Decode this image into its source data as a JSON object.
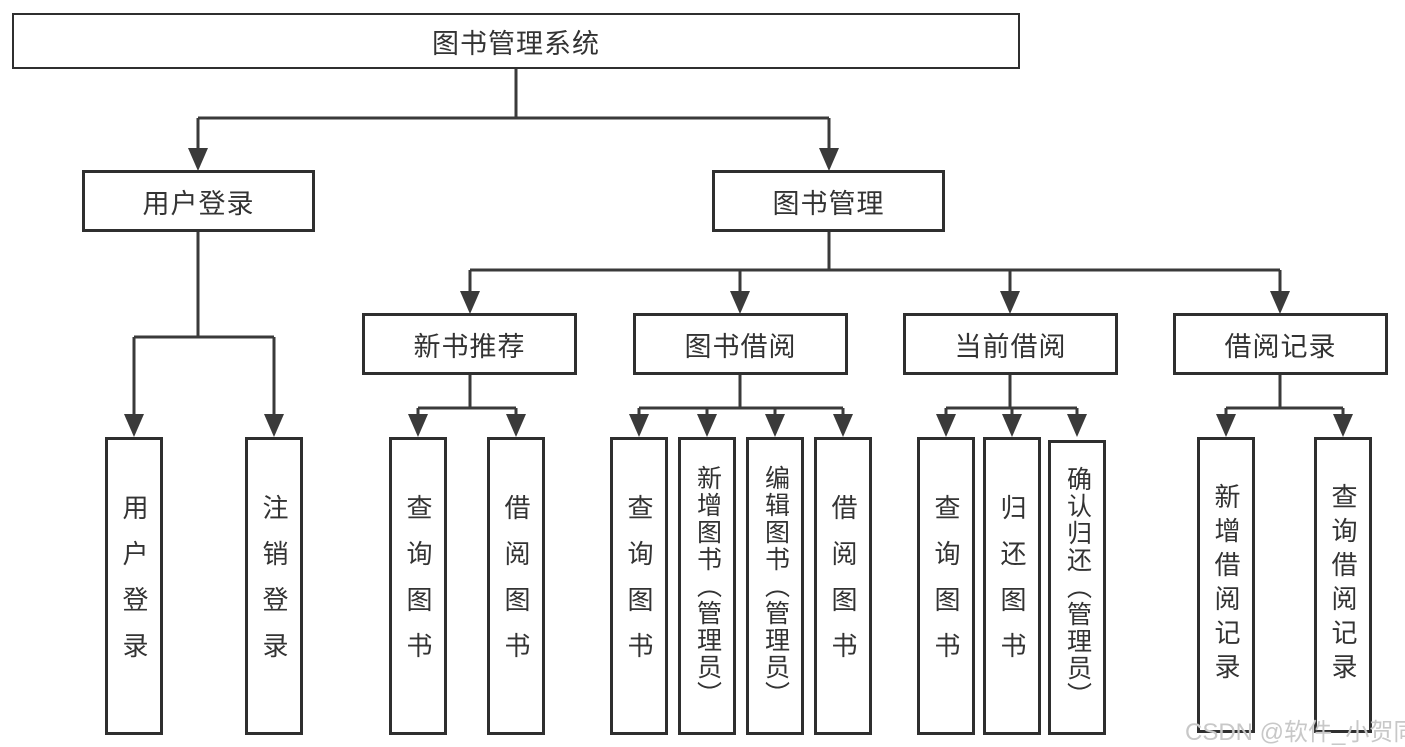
{
  "colors": {
    "line": "#3a3a3a",
    "border": "#2f2f2f",
    "text": "#333333",
    "background": "#ffffff",
    "watermark": "#c8c8c8"
  },
  "watermark": {
    "text": "CSDN @软件_小贺同学"
  },
  "tree": {
    "root": {
      "label": "图书管理系统",
      "children": [
        {
          "label": "用户登录",
          "children": [
            {
              "label": "用户登录"
            },
            {
              "label": "注销登录"
            }
          ]
        },
        {
          "label": "图书管理",
          "children": [
            {
              "label": "新书推荐",
              "children": [
                {
                  "label": "查询图书"
                },
                {
                  "label": "借阅图书"
                }
              ]
            },
            {
              "label": "图书借阅",
              "children": [
                {
                  "label": "查询图书"
                },
                {
                  "label": "新增图书（管理员）"
                },
                {
                  "label": "编辑图书（管理员）"
                },
                {
                  "label": "借阅图书"
                }
              ]
            },
            {
              "label": "当前借阅",
              "children": [
                {
                  "label": "查询图书"
                },
                {
                  "label": "归还图书"
                },
                {
                  "label": "确认归还（管理员）"
                }
              ]
            },
            {
              "label": "借阅记录",
              "children": [
                {
                  "label": "新增借阅记录"
                },
                {
                  "label": "查询借阅记录"
                }
              ]
            }
          ]
        }
      ]
    }
  }
}
